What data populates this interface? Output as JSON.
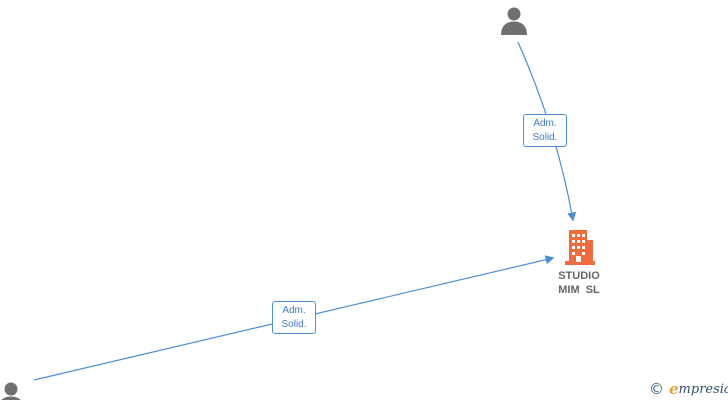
{
  "nodes": {
    "company": {
      "line1": "STUDIO",
      "line2": "MIM  SL",
      "icon": "building-icon",
      "color": "#f26b3a"
    },
    "person_top": {
      "icon": "person-icon",
      "color": "#6f6f6f"
    },
    "person_bottom": {
      "icon": "person-icon",
      "color": "#6f6f6f"
    }
  },
  "edges": [
    {
      "from": "person_top",
      "to": "company",
      "line1": "Adm.",
      "line2": "Solid."
    },
    {
      "from": "person_bottom",
      "to": "company",
      "line1": "Adm.",
      "line2": "Solid."
    }
  ],
  "edge_color": "#4a8fd6",
  "watermark": {
    "symbol": "©",
    "brand_initial": "e",
    "brand_rest": "mpresia"
  }
}
